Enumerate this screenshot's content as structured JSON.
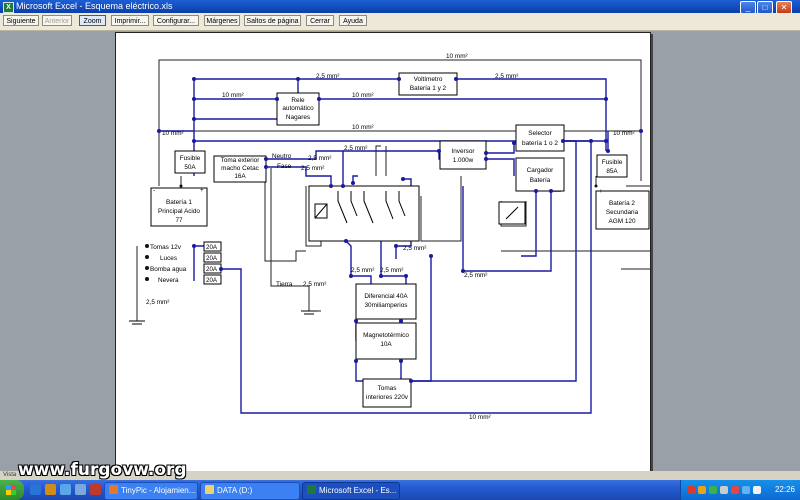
{
  "window": {
    "title": "Microsoft Excel - Esquema eléctrico.xls",
    "minimize": "_",
    "maximize": "□",
    "close": "✕"
  },
  "toolbar": {
    "siguiente": "Siguiente",
    "anterior": "Anterior",
    "zoom": "Zoom",
    "imprimir": "Imprimir...",
    "configurar": "Configurar...",
    "margenes": "Márgenes",
    "saltos": "Saltos de página",
    "cerrar": "Cerrar",
    "ayuda": "Ayuda"
  },
  "status": {
    "text": "Vista"
  },
  "diagram": {
    "blocks": {
      "voltimetro": [
        "Voltímetro",
        "Batería 1 y 2"
      ],
      "rele": [
        "Rele",
        "automático",
        "Nagares"
      ],
      "selector": [
        "Selector",
        "batería 1 o 2"
      ],
      "fusible50": [
        "Fusible",
        "50A"
      ],
      "fusible85": [
        "Fusible",
        "85A"
      ],
      "bateria1": [
        "Batería 1",
        "Principal Acido",
        "77"
      ],
      "bateria2": [
        "Batería 2",
        "Secundaria",
        "AGM 120"
      ],
      "toma": [
        "Toma exterior",
        "macho Cetac",
        "16A"
      ],
      "inversor": [
        "Inversor",
        "1.000w"
      ],
      "cargador": [
        "Cargador",
        "Batería"
      ],
      "diferencial": [
        "Diferencial 40A",
        "30miliamperios"
      ],
      "magneto": [
        "Magnetotérmico",
        "10A"
      ],
      "tomas_int": [
        "Tomas",
        "interiores 220v"
      ]
    },
    "labels": {
      "c10_top": "10 mm²",
      "c25_volt_left": "2,5 mm²",
      "c25_volt_right": "2,5 mm²",
      "c10_rele_left": "10 mm²",
      "c10_rele_right": "10 mm²",
      "c10_left": "10 mm²",
      "c10_mid": "10 mm²",
      "c10_right": "10 mm²",
      "neutro": "Neutro",
      "fase": "Fase",
      "c25_neutro": "2,5 mm²",
      "c25_fase": "2,5 mm²",
      "c25_inv": "2,5 mm²",
      "c25_relay": "2,5 mm²",
      "c25_dif_l": "2,5 mm²",
      "c25_dif_r": "2,5 mm²",
      "c25_rightlow": "2,5 mm²",
      "tierra": "Tierra",
      "c25_tierra": "2,5 mm²",
      "c25_left": "2,5 mm²",
      "c10_bottom": "10 mm²"
    },
    "circuits": [
      {
        "label": "Tomas 12v",
        "fuse": "20A"
      },
      {
        "label": "Luces",
        "fuse": "20A"
      },
      {
        "label": "Bomba agua",
        "fuse": "20A"
      },
      {
        "label": "Nevera",
        "fuse": "20A"
      }
    ]
  },
  "taskbar": {
    "items": [
      "TinyPic - Alojamien...",
      "DATA (D:)",
      "Microsoft Excel - Es..."
    ],
    "clock": "22:26"
  },
  "watermark": "www.furgovw.org",
  "colors": {
    "wire_dark": "#222222",
    "wire_blue": "#1a1aa0",
    "title": "#0b3ea8"
  }
}
